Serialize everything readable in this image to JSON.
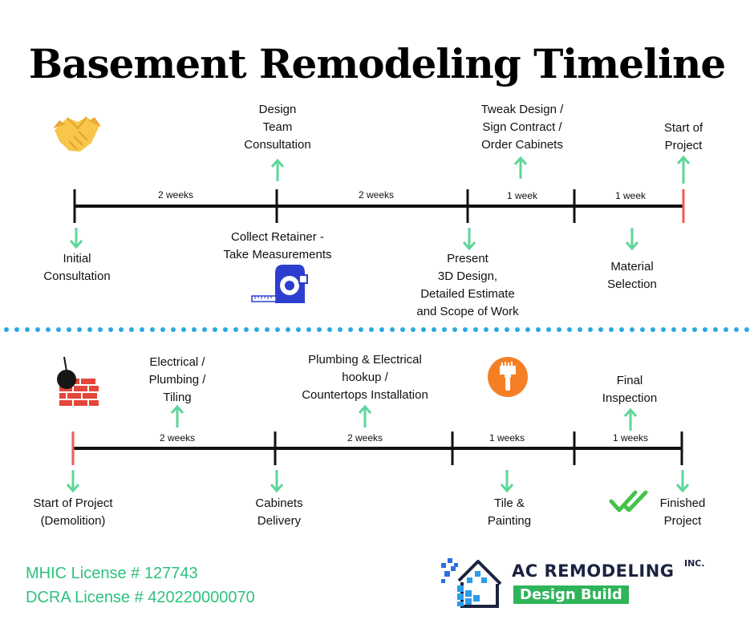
{
  "title": "Basement Remodeling Timeline",
  "phase1": {
    "above": [
      {
        "label": "Design\nTeam\nConsultation"
      },
      {
        "label": "Tweak Design /\nSign Contract /\nOrder Cabinets"
      },
      {
        "label": "Start of\nProject"
      }
    ],
    "below": [
      {
        "label": "Initial\nConsultation"
      },
      {
        "label": "Collect Retainer -\nTake Measurements"
      },
      {
        "label": "Present\n3D Design,\nDetailed Estimate\nand Scope of Work"
      },
      {
        "label": "Material\nSelection"
      }
    ],
    "durations": [
      "2 weeks",
      "2 weeks",
      "1 week",
      "1 week"
    ]
  },
  "phase2": {
    "above": [
      {
        "label": "Electrical /\nPlumbing /\nTiling"
      },
      {
        "label": "Plumbing & Electrical\nhookup /\nCountertops Installation"
      },
      {
        "label": "Final\nInspection"
      }
    ],
    "below": [
      {
        "label": "Start of Project\n(Demolition)"
      },
      {
        "label": "Cabinets\nDelivery"
      },
      {
        "label": "Tile &\nPainting"
      },
      {
        "label": "Finished\nProject"
      }
    ],
    "durations": [
      "2 weeks",
      "2 weeks",
      "1 weeks",
      "1 weeks"
    ]
  },
  "licenses": [
    "MHIC License # 127743",
    "DCRA License # 420220000070"
  ],
  "logo": {
    "name": "AC REMODELING",
    "suffix": "INC.",
    "tagline": "Design Build"
  },
  "colors": {
    "arrow": "#5fd69a",
    "start_tick": "#f05a5a",
    "license": "#2ec27e",
    "logo_green": "#2fb45a",
    "logo_navy": "#1c2340"
  },
  "icons": [
    "handshake-icon",
    "tape-measure-icon",
    "wrecking-ball-icon",
    "paint-brush-icon",
    "double-check-icon",
    "house-logo-icon"
  ]
}
